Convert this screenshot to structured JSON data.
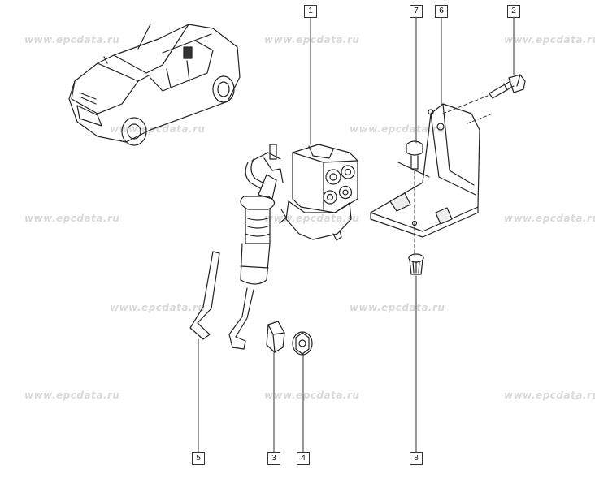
{
  "watermark": "www.epcdata.ru",
  "parts": [
    {
      "ref": "1",
      "name": "abs-modulator"
    },
    {
      "ref": "2",
      "name": "bolt"
    },
    {
      "ref": "3",
      "name": "clip"
    },
    {
      "ref": "4",
      "name": "nut"
    },
    {
      "ref": "5",
      "name": "rod"
    },
    {
      "ref": "6",
      "name": "bracket"
    },
    {
      "ref": "7",
      "name": "bolt-small"
    },
    {
      "ref": "8",
      "name": "rivet-nut"
    }
  ],
  "colors": {
    "line": "#222222",
    "watermark": "#d9d9d9",
    "callout_border": "#333333"
  }
}
